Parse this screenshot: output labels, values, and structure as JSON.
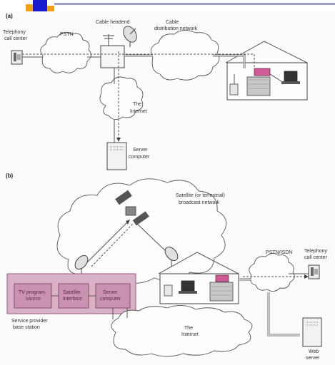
{
  "top_banner": {
    "colors": [
      "#1a1ad0",
      "#f0a010",
      "#f0a010",
      "#9aa0c8"
    ]
  },
  "panel_a": {
    "label": "(a)",
    "telephony_call_center": [
      "Telephony",
      "call center"
    ],
    "pstn": "PSTN",
    "cable_headend": "Cable headend",
    "cable_distribution_network": [
      "Cable",
      "distribution network"
    ],
    "internet": [
      "The",
      "Internet"
    ],
    "server_computer": [
      "Server",
      "computer"
    ]
  },
  "panel_b": {
    "label": "(b)",
    "satellite_network": [
      "Satellite (or terrestrial)",
      "broadcast network"
    ],
    "pstn_isdn": "PSTN/ISDN",
    "telephony_call_center": [
      "Telephony",
      "call center"
    ],
    "tv_program_source": [
      "TV program",
      "source"
    ],
    "satellite_interface": [
      "Satellite",
      "interface"
    ],
    "server_computer": [
      "Server",
      "computer"
    ],
    "service_provider": [
      "Service provider",
      "base station"
    ],
    "internet": [
      "The",
      "Internet"
    ],
    "web_server": [
      "Web",
      "server"
    ]
  },
  "colors": {
    "station_fill": "#d9b2c8",
    "station_stroke": "#a0587e",
    "box_fill": "#c992b0",
    "stb_pink": "#d05a98"
  }
}
